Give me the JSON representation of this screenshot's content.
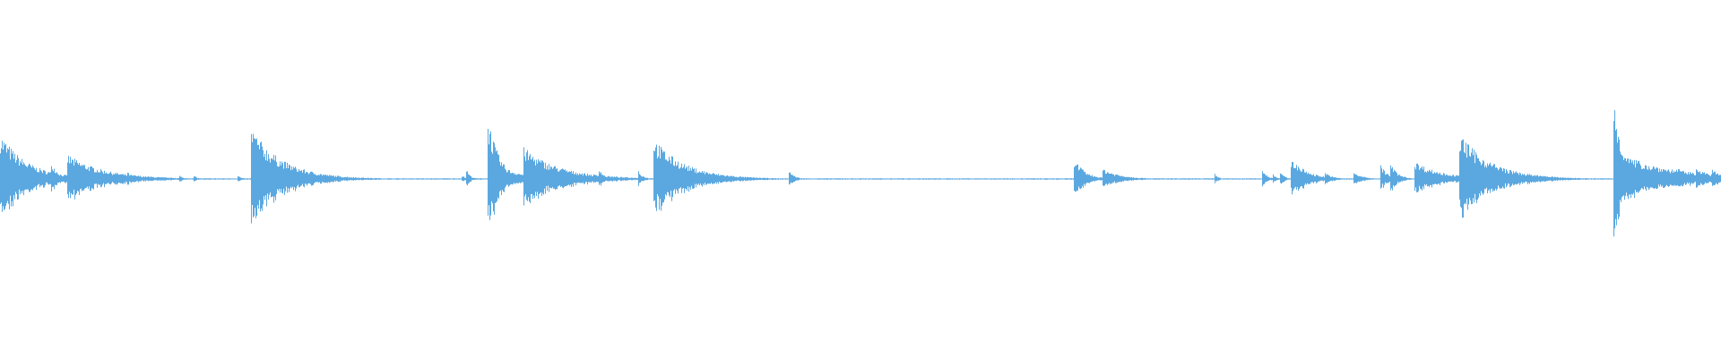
{
  "waveform": {
    "color": "#5ba8e0",
    "background": "#ffffff",
    "duration": 1920,
    "events": [
      {
        "t": 0,
        "amp": 0.26,
        "decay": 30
      },
      {
        "t": 57,
        "amp": 0.1,
        "decay": 8
      },
      {
        "t": 75,
        "amp": 0.14,
        "decay": 40
      },
      {
        "t": 142,
        "amp": 0.04,
        "decay": 6
      },
      {
        "t": 200,
        "amp": 0.02,
        "decay": 4
      },
      {
        "t": 216,
        "amp": 0.02,
        "decay": 4
      },
      {
        "t": 265,
        "amp": 0.02,
        "decay": 4
      },
      {
        "t": 280,
        "amp": 0.31,
        "decay": 25
      },
      {
        "t": 285,
        "amp": 0.25,
        "decay": 35
      },
      {
        "t": 329,
        "amp": 0.06,
        "decay": 6
      },
      {
        "t": 515,
        "amp": 0.02,
        "decay": 5
      },
      {
        "t": 520,
        "amp": 0.06,
        "decay": 4
      },
      {
        "t": 544,
        "amp": 0.37,
        "decay": 12
      },
      {
        "t": 552,
        "amp": 0.1,
        "decay": 25
      },
      {
        "t": 584,
        "amp": 0.18,
        "decay": 40
      },
      {
        "t": 668,
        "amp": 0.07,
        "decay": 5
      },
      {
        "t": 712,
        "amp": 0.05,
        "decay": 5
      },
      {
        "t": 729,
        "amp": 0.23,
        "decay": 35
      },
      {
        "t": 785,
        "amp": 0.03,
        "decay": 4
      },
      {
        "t": 800,
        "amp": 0.02,
        "decay": 4
      },
      {
        "t": 880,
        "amp": 0.05,
        "decay": 6
      },
      {
        "t": 1198,
        "amp": 0.12,
        "decay": 12
      },
      {
        "t": 1230,
        "amp": 0.06,
        "decay": 20
      },
      {
        "t": 1355,
        "amp": 0.03,
        "decay": 4
      },
      {
        "t": 1408,
        "amp": 0.06,
        "decay": 5
      },
      {
        "t": 1420,
        "amp": 0.03,
        "decay": 4
      },
      {
        "t": 1428,
        "amp": 0.05,
        "decay": 4
      },
      {
        "t": 1440,
        "amp": 0.12,
        "decay": 18
      },
      {
        "t": 1455,
        "amp": 0.05,
        "decay": 8
      },
      {
        "t": 1478,
        "amp": 0.04,
        "decay": 8
      },
      {
        "t": 1510,
        "amp": 0.04,
        "decay": 10
      },
      {
        "t": 1540,
        "amp": 0.08,
        "decay": 8
      },
      {
        "t": 1551,
        "amp": 0.09,
        "decay": 8
      },
      {
        "t": 1578,
        "amp": 0.1,
        "decay": 30
      },
      {
        "t": 1628,
        "amp": 0.26,
        "decay": 35
      },
      {
        "t": 1720,
        "amp": 0.03,
        "decay": 5
      },
      {
        "t": 1800,
        "amp": 0.45,
        "decay": 12
      },
      {
        "t": 1805,
        "amp": 0.15,
        "decay": 60
      },
      {
        "t": 1828,
        "amp": 0.1,
        "decay": 15
      },
      {
        "t": 1848,
        "amp": 0.07,
        "decay": 15
      },
      {
        "t": 1870,
        "amp": 0.07,
        "decay": 15
      },
      {
        "t": 1892,
        "amp": 0.07,
        "decay": 15
      },
      {
        "t": 1910,
        "amp": 0.06,
        "decay": 10
      }
    ]
  }
}
